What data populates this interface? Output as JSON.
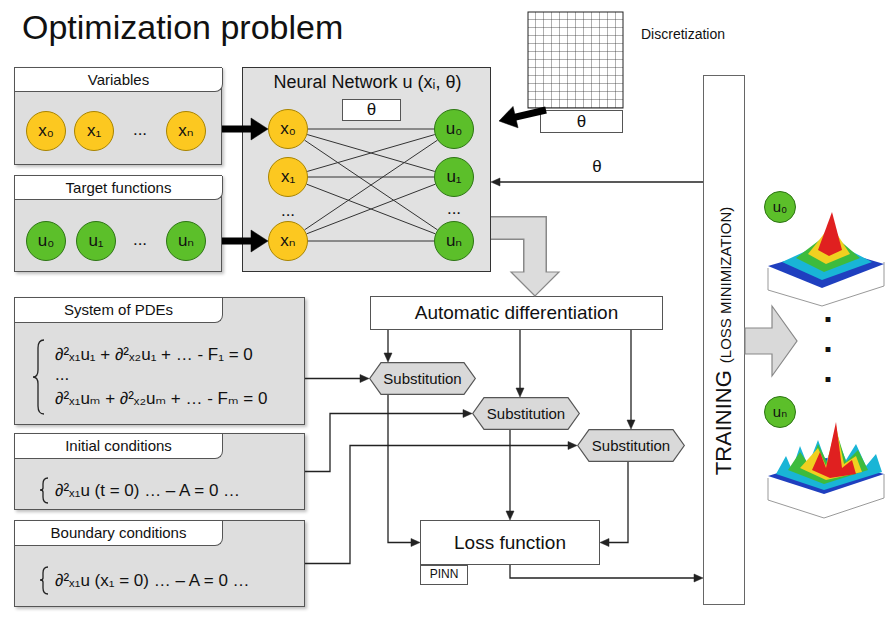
{
  "diagram": {
    "title": "Optimization problem",
    "nodes": [
      {
        "text": [
          "Variables",
          "..."
        ]
      },
      {
        "text": [
          "x₀"
        ],
        "in": 0
      },
      {
        "text": [
          "x₁"
        ],
        "in": 0
      },
      {
        "text": [
          "xₙ"
        ],
        "in": 0
      },
      {
        "text": [
          "Target functions",
          "..."
        ]
      },
      {
        "text": [
          "u₀"
        ],
        "in": 4
      },
      {
        "text": [
          "u₁"
        ],
        "in": 4
      },
      {
        "text": [
          "uₙ"
        ],
        "in": 4
      },
      {
        "text": [
          "Neural Network u (xᵢ, θ)",
          "...",
          "..."
        ]
      },
      {
        "text": [
          "θ"
        ],
        "in": 8
      },
      {
        "text": [
          "x₀"
        ],
        "in": 8
      },
      {
        "text": [
          "x₁"
        ],
        "in": 8
      },
      {
        "text": [
          "xₙ"
        ],
        "in": 8
      },
      {
        "text": [
          "u₀"
        ],
        "in": 8
      },
      {
        "text": [
          "u₁"
        ],
        "in": 8
      },
      {
        "text": [
          "uₙ"
        ],
        "in": 8
      },
      {
        "text": [
          "θ"
        ]
      },
      {
        "text": [
          "TRAINING",
          "(LOSS MINIMIZATION)"
        ]
      },
      {
        "text": [
          "u₀"
        ]
      },
      {
        "text": [
          "uₙ"
        ]
      },
      {
        "text": [
          "System of PDEs",
          "∂²ₓ₁u₁ + ∂²ₓ₂u₁ + … - F₁ = 0",
          "...",
          "∂²ₓ₁uₘ + ∂²ₓ₂uₘ + … - Fₘ = 0"
        ]
      },
      {
        "text": [
          "Initial conditions",
          "∂²ₓ₁u (t = 0) … – A = 0 …"
        ]
      },
      {
        "text": [
          "Boundary conditions",
          "∂²ₓ₁u (x₁ = 0) … – A = 0 …"
        ]
      },
      {
        "text": [
          "Automatic differentiation"
        ]
      },
      {
        "text": [
          "Substitution"
        ]
      },
      {
        "text": [
          "Substitution"
        ]
      },
      {
        "text": [
          "Substitution"
        ]
      },
      {
        "text": [
          "Loss function"
        ]
      },
      {
        "text": [
          "PINN"
        ]
      }
    ],
    "edges": [
      {
        "from": 0,
        "to": 10,
        "arrow": "to"
      },
      {
        "from": 4,
        "to": 12,
        "arrow": "to"
      },
      {
        "from": 16,
        "to": 8,
        "arrow": "to"
      },
      {
        "from": 10,
        "to": 13,
        "arrow": "none"
      },
      {
        "from": 10,
        "to": 14,
        "arrow": "none"
      },
      {
        "from": 10,
        "to": 15,
        "arrow": "none"
      },
      {
        "from": 11,
        "to": 13,
        "arrow": "none"
      },
      {
        "from": 11,
        "to": 14,
        "arrow": "none"
      },
      {
        "from": 11,
        "to": 15,
        "arrow": "none"
      },
      {
        "from": 12,
        "to": 13,
        "arrow": "none"
      },
      {
        "from": 12,
        "to": 14,
        "arrow": "none"
      },
      {
        "from": 12,
        "to": 15,
        "arrow": "none"
      },
      {
        "from": 17,
        "to": 8,
        "label": "θ",
        "arrow": "to"
      },
      {
        "from": 8,
        "to": 23,
        "arrow": "to"
      },
      {
        "from": 23,
        "to": 24,
        "arrow": "to"
      },
      {
        "from": 23,
        "to": 25,
        "arrow": "to"
      },
      {
        "from": 23,
        "to": 26,
        "arrow": "to"
      },
      {
        "from": 20,
        "to": 24,
        "arrow": "to"
      },
      {
        "from": 21,
        "to": 25,
        "arrow": "to"
      },
      {
        "from": 22,
        "to": 26,
        "arrow": "to"
      },
      {
        "from": 24,
        "to": 27,
        "arrow": "to"
      },
      {
        "from": 25,
        "to": 27,
        "arrow": "to"
      },
      {
        "from": 26,
        "to": 27,
        "arrow": "to"
      },
      {
        "from": 27,
        "to": 17,
        "arrow": "to"
      }
    ],
    "labels": [
      "Discretization",
      ".",
      ".",
      "."
    ]
  }
}
